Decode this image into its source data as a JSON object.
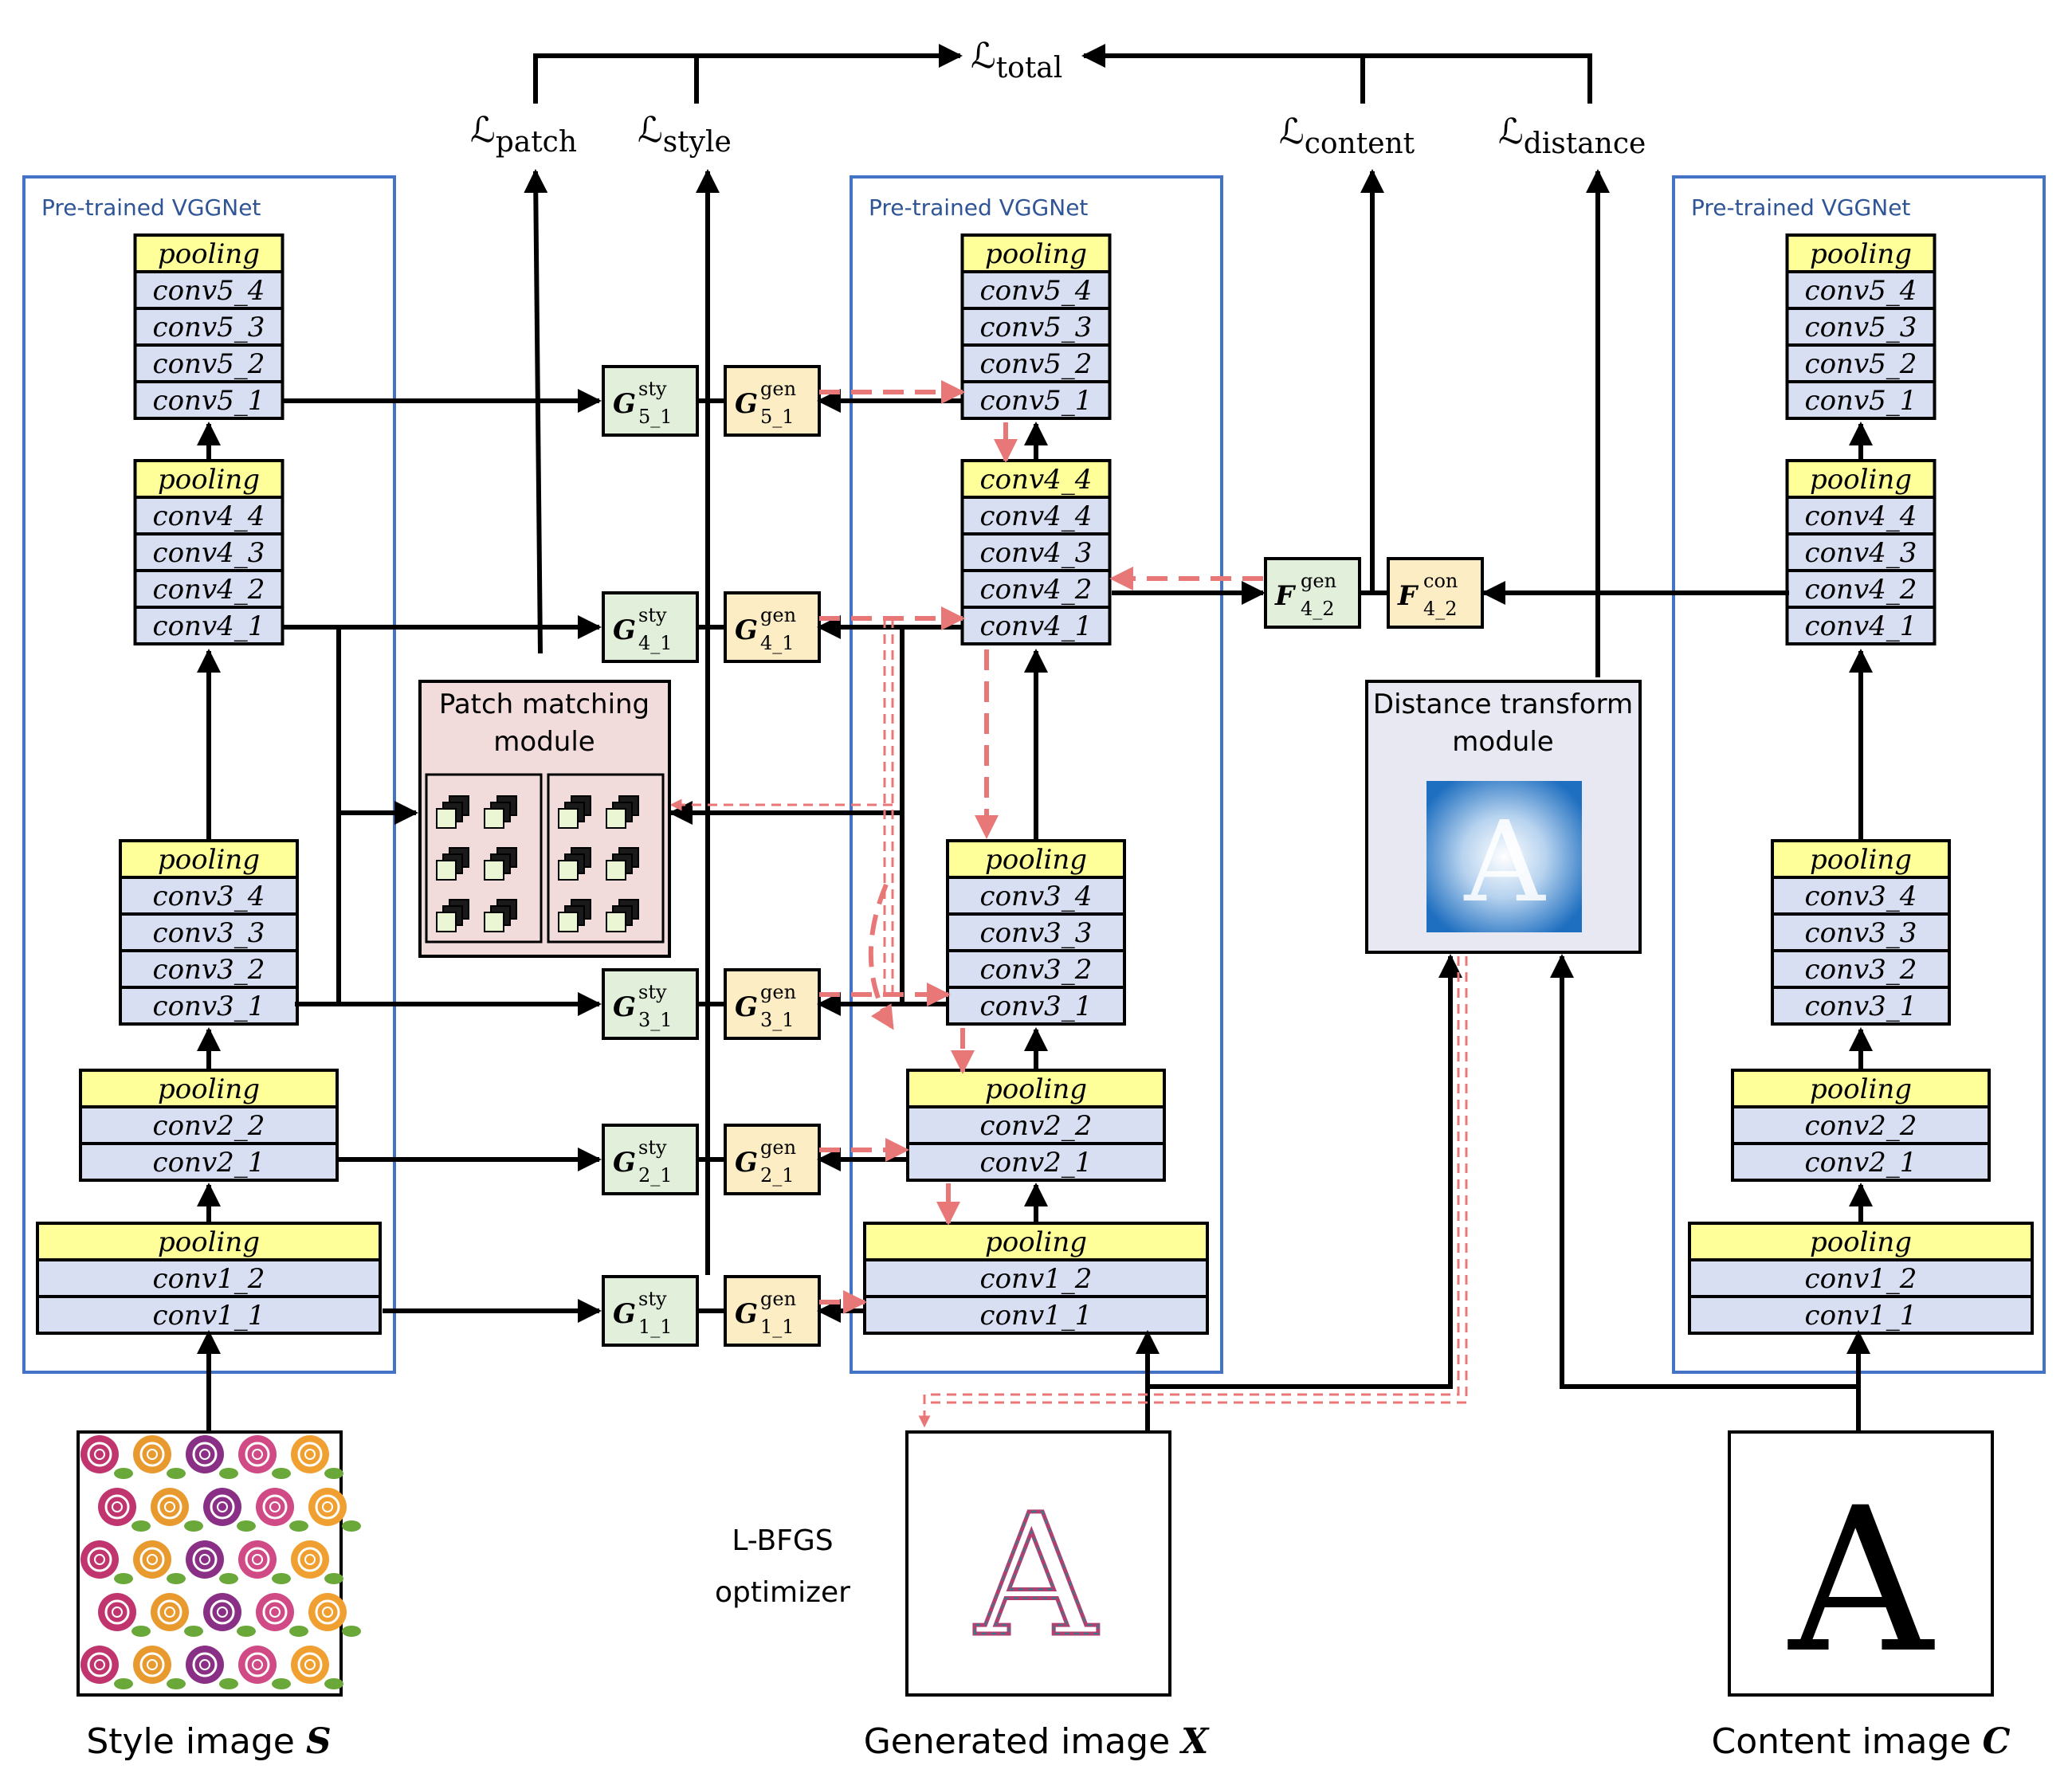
{
  "networks": [
    {
      "id": "style",
      "header": "Pre-trained VGGNet"
    },
    {
      "id": "generated",
      "header": "Pre-trained VGGNet"
    },
    {
      "id": "content",
      "header": "Pre-trained VGGNet"
    }
  ],
  "layers": {
    "pooling": "pooling",
    "conv5": [
      "conv5_4",
      "conv5_3",
      "conv5_2",
      "conv5_1"
    ],
    "conv4": [
      "conv4_4",
      "conv4_3",
      "conv4_2",
      "conv4_1"
    ],
    "conv3": [
      "conv3_4",
      "conv3_3",
      "conv3_2",
      "conv3_1"
    ],
    "conv2": [
      "conv2_2",
      "conv2_1"
    ],
    "conv1": [
      "conv1_2",
      "conv1_1"
    ],
    "gen_block4_top": "conv4_4"
  },
  "losses": {
    "total": {
      "sym": "ℒ",
      "sub": "total"
    },
    "patch": {
      "sym": "ℒ",
      "sub": "patch"
    },
    "style": {
      "sym": "ℒ",
      "sub": "style"
    },
    "content": {
      "sym": "ℒ",
      "sub": "content"
    },
    "distance": {
      "sym": "ℒ",
      "sub": "distance"
    }
  },
  "gram": {
    "symbol": "G",
    "sty": "sty",
    "gen": "gen",
    "subs": [
      "5_1",
      "4_1",
      "3_1",
      "2_1",
      "1_1"
    ]
  },
  "features": {
    "symbol": "F",
    "gen": "gen",
    "con": "con",
    "sub": "4_2"
  },
  "modules": {
    "patch_line1": "Patch matching",
    "patch_line2": "module",
    "dist_line1": "Distance transform",
    "dist_line2": "module"
  },
  "optimizer": {
    "line1": "L-BFGS",
    "line2": "optimizer"
  },
  "captions": {
    "style": {
      "text": "Style image ",
      "var": "S"
    },
    "generated": {
      "text": "Generated image ",
      "var": "X"
    },
    "content": {
      "text": "Content image ",
      "var": "C"
    }
  },
  "content_letter": "A",
  "colors": {
    "box_border": "#4472c4",
    "pooling": "#ffff99",
    "conv": "#d9dff2",
    "gram_sty": "#e2efda",
    "gram_gen": "#fdedc4",
    "patch_module": "#f2dcdb",
    "dist_module": "#e8e8f2",
    "dashed": "#e87878"
  }
}
